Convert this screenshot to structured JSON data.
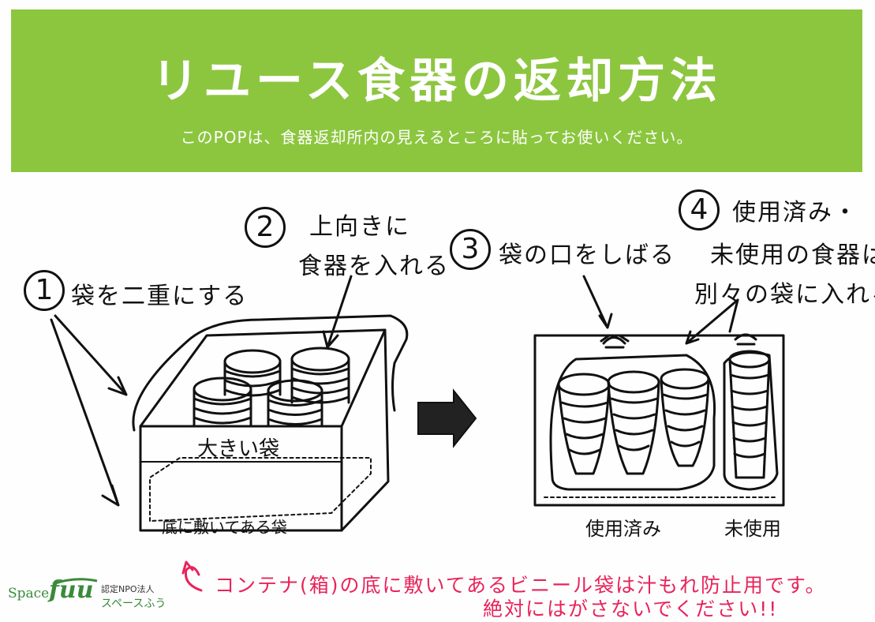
{
  "header": {
    "title": "リユース食器の返却方法",
    "subtitle": "このPOPは、食器返却所内の見えるところに貼ってお使いください。"
  },
  "steps": [
    {
      "number": "1",
      "text": "袋を二重にする"
    },
    {
      "number": "2",
      "text_line1": "上向きに",
      "text_line2": "食器を入れる"
    },
    {
      "number": "3",
      "text": "袋の口をしばる"
    },
    {
      "number": "4",
      "text_line1": "使用済み・",
      "text_line2": "未使用の食器は",
      "text_line3": "別々の袋に入れる"
    }
  ],
  "illustration_labels": {
    "big_bag": "大きい袋",
    "bottom_bag": "底に敷いてある袋",
    "used": "使用済み",
    "unused": "未使用"
  },
  "notes": {
    "line1": "コンテナ(箱)の底に敷いてあるビニール袋は汁もれ防止用です。",
    "line2": "絶対にはがさないでください!!"
  },
  "logo": {
    "space": "Space",
    "fuu": "fuu",
    "org_type": "認定NPO法人",
    "org_name": "スペースふう"
  },
  "colors": {
    "banner": "#8cc63f",
    "note": "#e8245a"
  }
}
